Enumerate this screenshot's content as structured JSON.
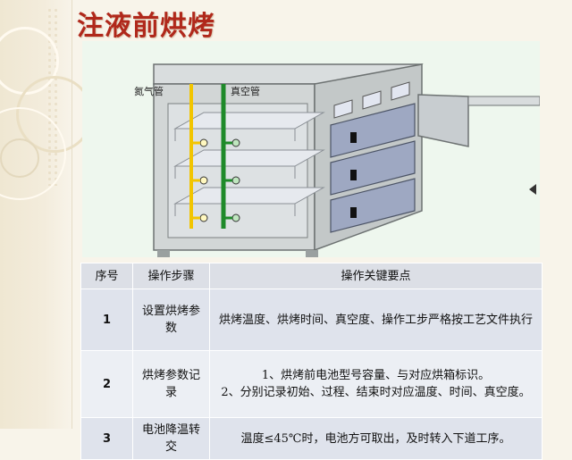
{
  "slide": {
    "title": "注液前烘烤"
  },
  "diagram": {
    "labels": {
      "nitrogen_pipe": "氮气管",
      "vacuum_pipe": "真空管"
    },
    "colors": {
      "nitrogen_pipe": "#f2c500",
      "vacuum_pipe": "#1f8a2a",
      "oven_body": "#cfd3d2",
      "shelf": "#c8cdd6",
      "background": "#eef7ee"
    }
  },
  "table": {
    "headers": [
      "序号",
      "操作步骤",
      "操作关键要点"
    ],
    "rows": [
      {
        "seq": "1",
        "step": "设置烘烤参数",
        "points": [
          "烘烤温度、烘烤时间、真空度、操作工步严格按工艺文件执行"
        ]
      },
      {
        "seq": "2",
        "step": "烘烤参数记录",
        "points": [
          "1、烘烤前电池型号容量、与对应烘箱标识。",
          "2、分别记录初始、过程、结束时对应温度、时间、真空度。"
        ]
      },
      {
        "seq": "3",
        "step": "电池降温转交",
        "points": [
          "温度≤45℃时，电池方可取出，及时转入下道工序。"
        ]
      }
    ]
  }
}
